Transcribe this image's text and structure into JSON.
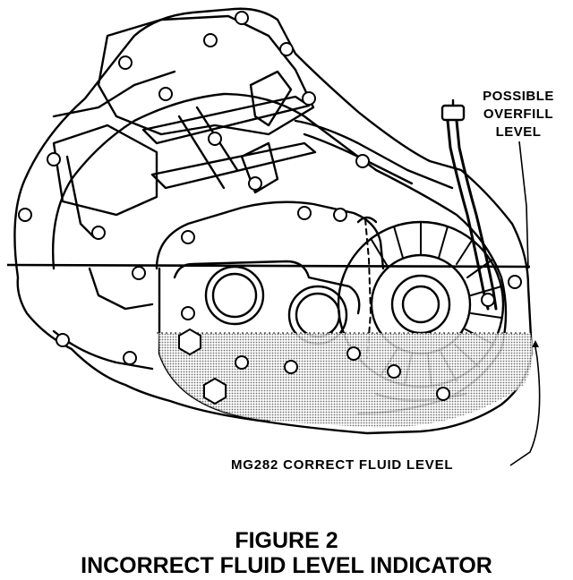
{
  "labels": {
    "overfill": [
      "POSSIBLE",
      "OVERFILL",
      "LEVEL"
    ],
    "correct": "MG282 CORRECT FLUID LEVEL"
  },
  "figure": {
    "number": "FIGURE 2",
    "caption": "INCORRECT FLUID LEVEL INDICATOR"
  },
  "colors": {
    "ink": "#000000",
    "fluid": "#c4c4c4",
    "paper": "#ffffff"
  }
}
